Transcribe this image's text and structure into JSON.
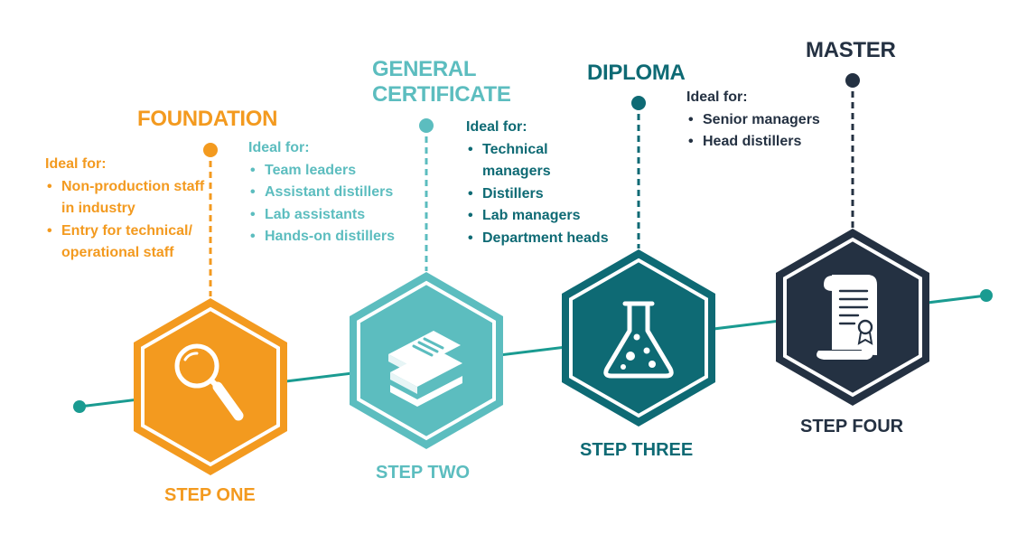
{
  "colors": {
    "orange": "#f39a1f",
    "light_teal": "#5cbdbf",
    "dark_teal": "#0e6a74",
    "navy": "#243142",
    "line": "#1a9b91"
  },
  "steps": [
    {
      "title": "FOUNDATION",
      "ideal_label": "Ideal for:",
      "items": [
        "Non-production staff in industry",
        "Entry for technical/ operational staff"
      ],
      "step_label": "STEP ONE",
      "icon": "magnifying-glass-icon"
    },
    {
      "title": "GENERAL CERTIFICATE",
      "ideal_label": "Ideal for:",
      "items": [
        "Team leaders",
        "Assistant distillers",
        "Lab assistants",
        "Hands-on distillers"
      ],
      "step_label": "STEP TWO",
      "icon": "books-icon"
    },
    {
      "title": "DIPLOMA",
      "ideal_label": "Ideal for:",
      "items": [
        "Technical managers",
        "Distillers",
        "Lab managers",
        "Department heads"
      ],
      "step_label": "STEP THREE",
      "icon": "flask-icon"
    },
    {
      "title": "MASTER",
      "ideal_label": "Ideal for:",
      "items": [
        "Senior managers",
        "Head distillers"
      ],
      "step_label": "STEP FOUR",
      "icon": "certificate-scroll-icon"
    }
  ]
}
